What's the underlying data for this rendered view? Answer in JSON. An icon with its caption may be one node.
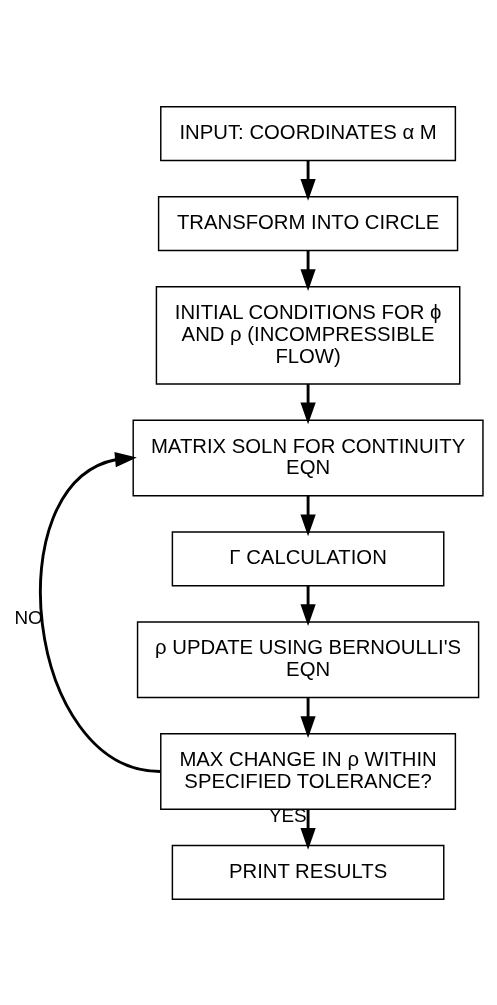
{
  "diagram": {
    "nodes": [
      {
        "text": [
          "INPUT: COORDINATES α M"
        ]
      },
      {
        "text": [
          "TRANSFORM INTO CIRCLE"
        ]
      },
      {
        "text": [
          "INITIAL CONDITIONS FOR ϕ AND ρ (INCOMPRESSIBLE FLOW)"
        ]
      },
      {
        "text": [
          "MATRIX SOLN FOR CONTINUITY EQN"
        ]
      },
      {
        "text": [
          "Γ CALCULATION"
        ]
      },
      {
        "text": [
          "ρ UPDATE USING BERNOULLI'S EQN"
        ]
      },
      {
        "text": [
          "MAX CHANGE IN ρ WITHIN SPECIFIED TOLERANCE?"
        ]
      },
      {
        "text": [
          "PRINT RESULTS"
        ]
      }
    ],
    "edges": [
      {
        "from": 0,
        "to": 1,
        "arrow": "to"
      },
      {
        "from": 1,
        "to": 2,
        "arrow": "to"
      },
      {
        "from": 2,
        "to": 3,
        "arrow": "to"
      },
      {
        "from": 3,
        "to": 4,
        "arrow": "to"
      },
      {
        "from": 4,
        "to": 5,
        "arrow": "to"
      },
      {
        "from": 5,
        "to": 6,
        "arrow": "to"
      },
      {
        "from": 6,
        "to": 7,
        "arrow": "to",
        "label": "YES"
      },
      {
        "from": 6,
        "to": 3,
        "arrow": "to",
        "label": "NO"
      }
    ]
  }
}
